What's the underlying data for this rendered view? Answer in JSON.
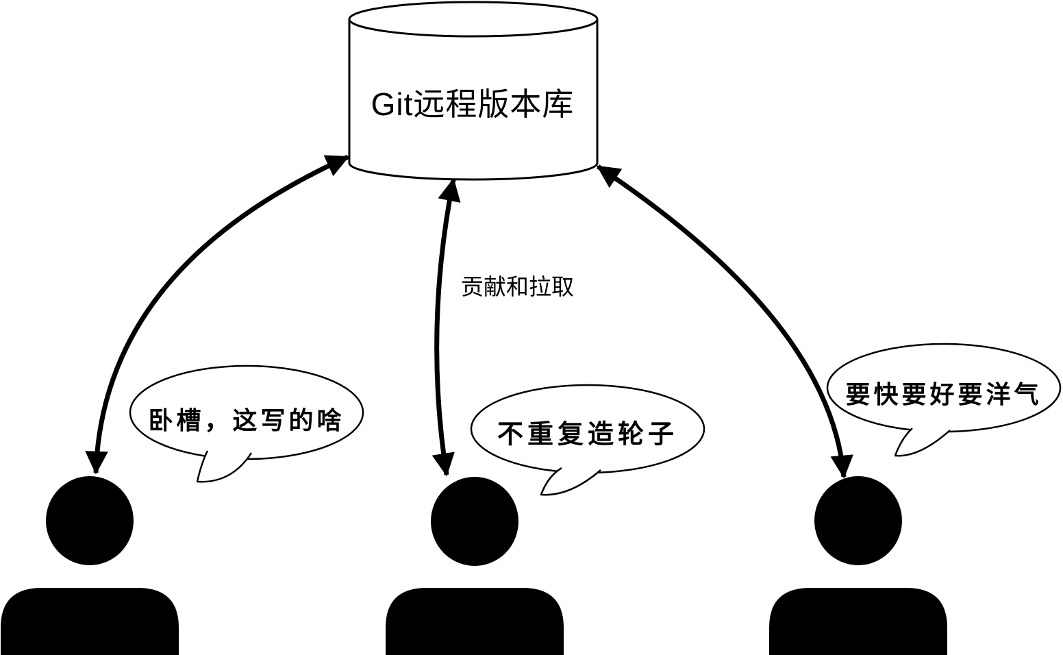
{
  "repository": {
    "label": "Git远程版本库"
  },
  "arrow_label": "贡献和拉取",
  "developers": [
    {
      "id": "left",
      "speech": "卧槽，这写的啥"
    },
    {
      "id": "middle",
      "speech": "不重复造轮子"
    },
    {
      "id": "right",
      "speech": "要快要好要洋气"
    }
  ],
  "colors": {
    "ink": "#000000",
    "background": "#ffffff"
  }
}
